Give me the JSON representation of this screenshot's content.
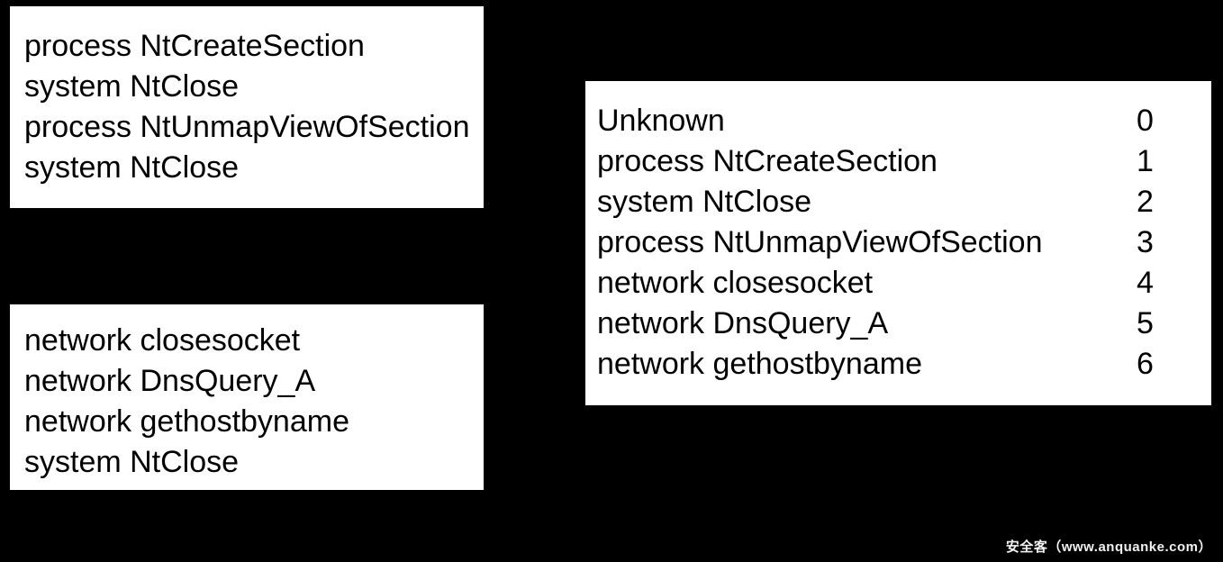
{
  "background_color": "#000000",
  "panel_color": "#ffffff",
  "text_color": "#000000",
  "sequence_box_1": {
    "name": "api-call-sequence-sample-1",
    "lines": [
      "process NtCreateSection",
      "system NtClose",
      "process NtUnmapViewOfSection",
      "system NtClose"
    ]
  },
  "sequence_box_2": {
    "name": "api-call-sequence-sample-2",
    "lines": [
      "network closesocket",
      "network DnsQuery_A",
      "network gethostbyname",
      "system NtClose"
    ]
  },
  "mapping_box": {
    "name": "api-call-index-mapping",
    "rows": [
      {
        "label": "Unknown",
        "index": "0"
      },
      {
        "label": "process NtCreateSection",
        "index": "1"
      },
      {
        "label": "system NtClose",
        "index": "2"
      },
      {
        "label": "process NtUnmapViewOfSection",
        "index": "3"
      },
      {
        "label": "network closesocket",
        "index": "4"
      },
      {
        "label": "network DnsQuery_A",
        "index": "5"
      },
      {
        "label": "network gethostbyname",
        "index": "6"
      }
    ]
  },
  "watermark": {
    "text": "安全客（www.anquanke.com）",
    "color": "#f2f2f2"
  }
}
